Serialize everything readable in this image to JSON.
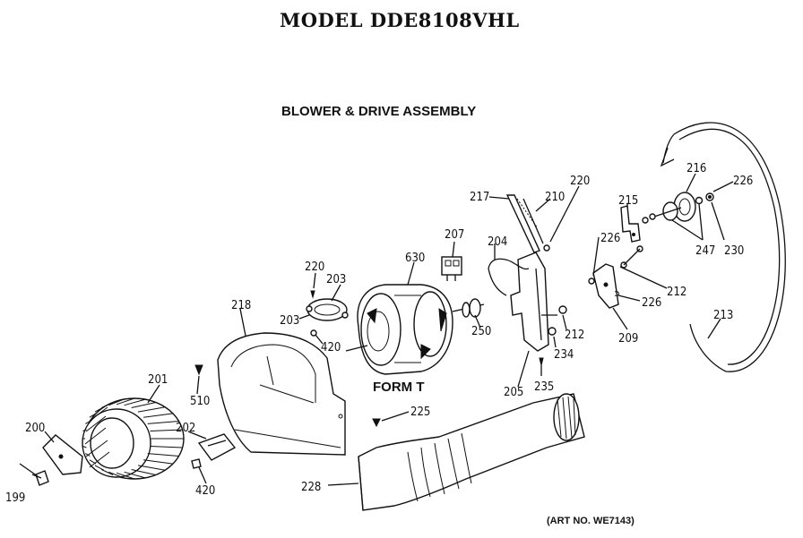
{
  "header": {
    "model_title": "MODEL DDE8108VHL",
    "assembly_title": "BLOWER & DRIVE ASSEMBLY"
  },
  "diagram": {
    "form_label": "FORM T",
    "art_number": "(ART NO. WE7143)"
  },
  "part_numbers": [
    "199",
    "200",
    "201",
    "202",
    "203",
    "204",
    "205",
    "207",
    "209",
    "210",
    "212",
    "213",
    "215",
    "216",
    "217",
    "218",
    "220",
    "225",
    "226",
    "228",
    "230",
    "234",
    "235",
    "247",
    "250",
    "420",
    "510",
    "630"
  ]
}
